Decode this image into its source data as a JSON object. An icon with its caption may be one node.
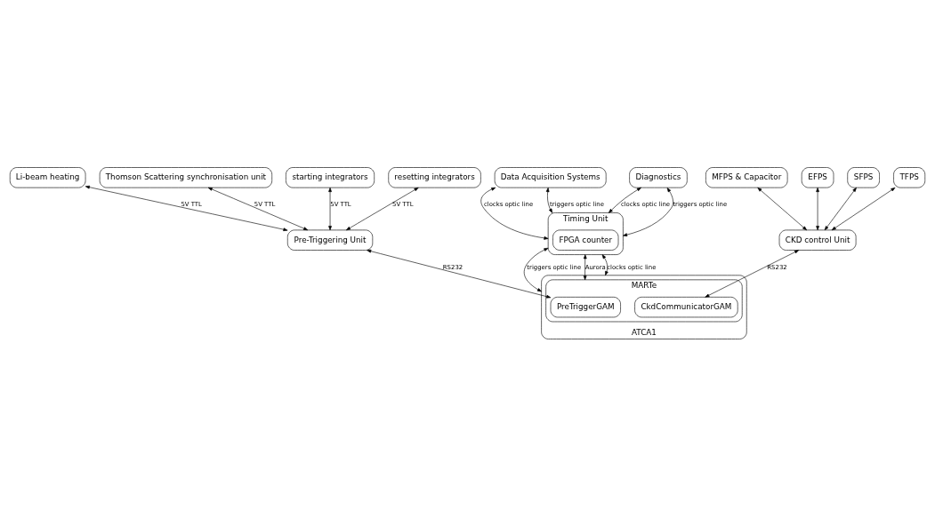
{
  "diagram": {
    "nodes": [
      {
        "text": [
          "Data Acquisition Systems"
        ]
      },
      {
        "text": [
          "Diagnostics"
        ]
      },
      {
        "text": [
          "Timing Unit"
        ]
      },
      {
        "text": [
          "FPGA counter"
        ],
        "in": 2
      },
      {
        "text": [
          "starting integrators"
        ]
      },
      {
        "text": [
          "resetting integrators"
        ]
      },
      {
        "text": [
          "Li-beam heating"
        ]
      },
      {
        "text": [
          "Thomson Scattering synchronisation unit"
        ]
      },
      {
        "text": [
          "MFPS & Capacitor"
        ]
      },
      {
        "text": [
          "EFPS"
        ]
      },
      {
        "text": [
          "SFPS"
        ]
      },
      {
        "text": [
          "TFPS"
        ]
      },
      {
        "text": [
          "Pre-Triggering Unit"
        ]
      },
      {
        "text": [
          "CKD control Unit"
        ]
      },
      {
        "text": [
          "ATCA1"
        ]
      },
      {
        "text": [
          "MARTe"
        ],
        "in": 14
      },
      {
        "text": [
          "PreTriggerGAM"
        ],
        "in": 15
      },
      {
        "text": [
          "CkdCommunicatorGAM"
        ],
        "in": 15
      }
    ],
    "edges": [
      {
        "from": 0,
        "to": 2,
        "arrow": "both",
        "label": "clocks optic line"
      },
      {
        "from": 0,
        "to": 2,
        "arrow": "both",
        "label": "triggers optic line"
      },
      {
        "from": 1,
        "to": 2,
        "arrow": "both",
        "label": "clocks optic line"
      },
      {
        "from": 1,
        "to": 2,
        "arrow": "both",
        "label": "triggers optic line"
      },
      {
        "from": 2,
        "to": 15,
        "arrow": "both",
        "label": "Aurora"
      },
      {
        "from": 2,
        "to": 14,
        "arrow": "both",
        "label": "clocks optic line"
      },
      {
        "from": 2,
        "to": 14,
        "arrow": "both",
        "label": "triggers optic line"
      },
      {
        "from": 4,
        "to": 12,
        "arrow": "both",
        "label": "5V TTL"
      },
      {
        "from": 5,
        "to": 12,
        "arrow": "both",
        "label": "5V TTL"
      },
      {
        "from": 6,
        "to": 12,
        "arrow": "both",
        "label": "5V TTL"
      },
      {
        "from": 7,
        "to": 12,
        "arrow": "both",
        "label": "5V TTL"
      },
      {
        "from": 8,
        "to": 13,
        "arrow": "both"
      },
      {
        "from": 9,
        "to": 13,
        "arrow": "both"
      },
      {
        "from": 10,
        "to": 13,
        "arrow": "both"
      },
      {
        "from": 11,
        "to": 13,
        "arrow": "both"
      },
      {
        "from": 12,
        "to": 16,
        "arrow": "both",
        "label": "RS232"
      },
      {
        "from": 13,
        "to": 17,
        "arrow": "both",
        "label": "RS232"
      }
    ]
  }
}
